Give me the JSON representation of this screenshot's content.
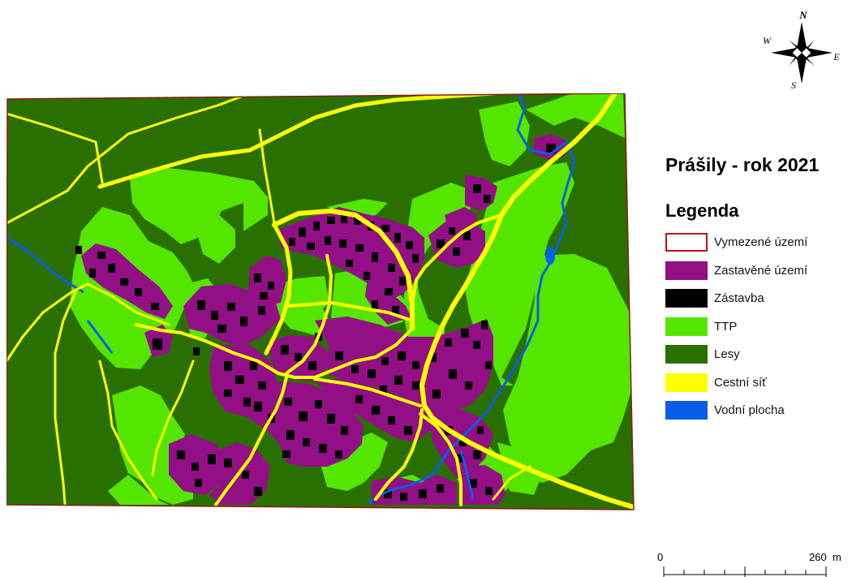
{
  "title": "Prášily - rok 2021",
  "legend": {
    "title": "Legenda",
    "items": [
      {
        "label": "Vymezené území",
        "fill": "#ffffff",
        "stroke": "#c0121a"
      },
      {
        "label": "Zastavěné území",
        "fill": "#930f85",
        "stroke": "#930f85"
      },
      {
        "label": "Zástavba",
        "fill": "#000000",
        "stroke": "#000000"
      },
      {
        "label": "TTP",
        "fill": "#55e600",
        "stroke": "#55e600"
      },
      {
        "label": "Lesy",
        "fill": "#2a7000",
        "stroke": "#2a7000"
      },
      {
        "label": "Cestní síť",
        "fill": "#ffff00",
        "stroke": "#ffff00"
      },
      {
        "label": "Vodní plocha",
        "fill": "#0a5de8",
        "stroke": "#0a5de8"
      }
    ]
  },
  "compass": {
    "n": "N",
    "s": "S",
    "e": "E",
    "w": "W"
  },
  "scale": {
    "start": "0",
    "end": "260",
    "unit": "m"
  },
  "colors": {
    "forest": "#2a7000",
    "meadow": "#55e600",
    "builtup": "#930f85",
    "building": "#000000",
    "road": "#ffff00",
    "water": "#0a5de8",
    "boundary": "#c0121a"
  }
}
